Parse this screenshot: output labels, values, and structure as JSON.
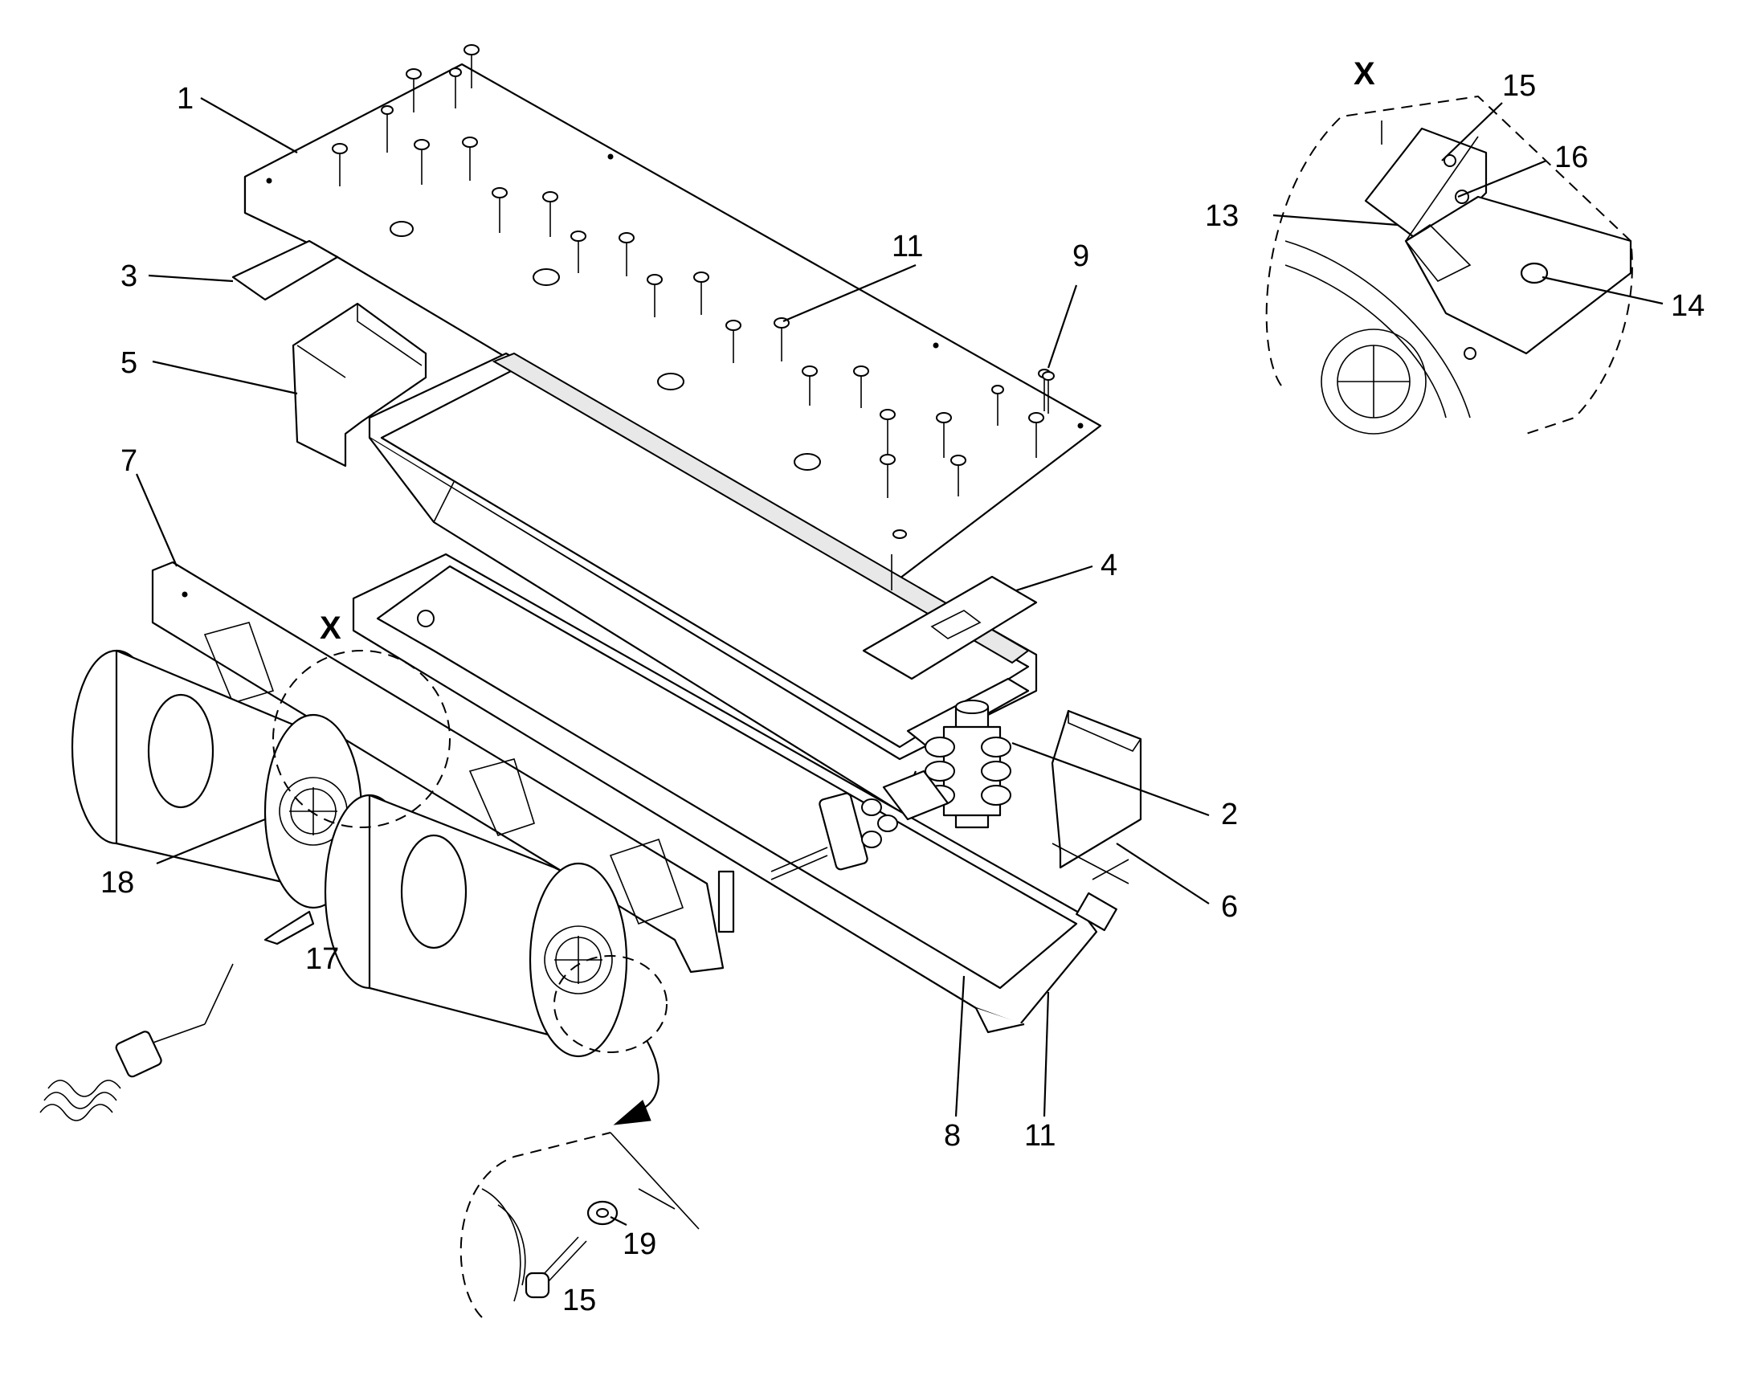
{
  "diagram": {
    "callouts": [
      {
        "id": "c1",
        "label": "1"
      },
      {
        "id": "c2",
        "label": "2"
      },
      {
        "id": "c3",
        "label": "3"
      },
      {
        "id": "c4",
        "label": "4"
      },
      {
        "id": "c5",
        "label": "5"
      },
      {
        "id": "c6",
        "label": "6"
      },
      {
        "id": "c7",
        "label": "7"
      },
      {
        "id": "c8",
        "label": "8"
      },
      {
        "id": "c9",
        "label": "9"
      },
      {
        "id": "c11a",
        "label": "11"
      },
      {
        "id": "c11b",
        "label": "11"
      },
      {
        "id": "c13",
        "label": "13"
      },
      {
        "id": "c14",
        "label": "14"
      },
      {
        "id": "c15a",
        "label": "15"
      },
      {
        "id": "c15b",
        "label": "15"
      },
      {
        "id": "c16",
        "label": "16"
      },
      {
        "id": "c17",
        "label": "17"
      },
      {
        "id": "c18",
        "label": "18"
      },
      {
        "id": "c19",
        "label": "19"
      }
    ],
    "detail_markers": [
      {
        "id": "x-main",
        "label": "X"
      },
      {
        "id": "x-detail",
        "label": "X"
      }
    ]
  }
}
